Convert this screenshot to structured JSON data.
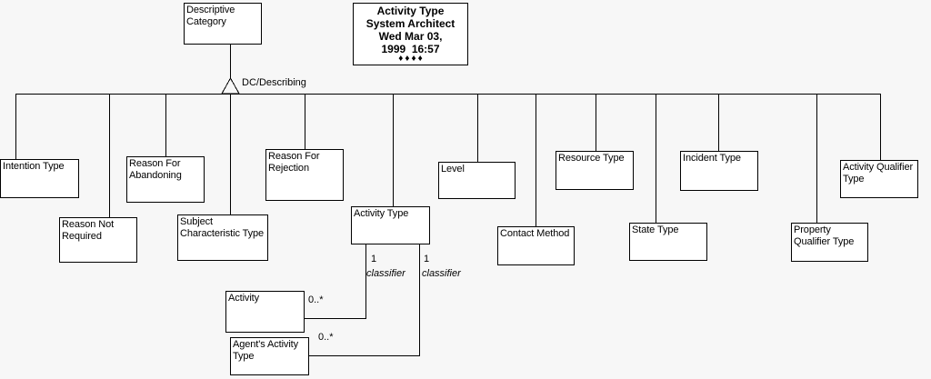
{
  "title_block": {
    "lines": [
      "Activity Type",
      "System Architect",
      "Wed Mar 03,",
      "1999  16:57"
    ],
    "decoration": "♦♦♦♦"
  },
  "root": {
    "label": "Descriptive\nCategory"
  },
  "relationship": {
    "label": "DC/Describing"
  },
  "nodes": {
    "intention_type": "Intention Type",
    "reason_not_required": "Reason Not\nRequired",
    "reason_for_abandoning": "Reason For\nAbandoning",
    "subject_characteristic_type": "Subject\nCharacteristic Type",
    "reason_for_rejection": "Reason For\nRejection",
    "activity_type": "Activity Type",
    "level": "Level",
    "contact_method": "Contact Method",
    "resource_type": "Resource Type",
    "state_type": "State Type",
    "incident_type": "Incident Type",
    "property_qualifier_type": "Property\nQualifier Type",
    "activity_qualifier_type": "Activity Qualifier\nType",
    "activity": "Activity",
    "agents_activity_type": "Agent's Activity\nType"
  },
  "associations": [
    {
      "source_multiplicity": "1",
      "source_role": "classifier",
      "target_multiplicity": "0..*"
    },
    {
      "source_multiplicity": "1",
      "source_role": "classifier",
      "target_multiplicity": "0..*"
    }
  ],
  "colors": {
    "background": "#f7f7f7",
    "box_fill": "#ffffff",
    "line": "#000000"
  }
}
